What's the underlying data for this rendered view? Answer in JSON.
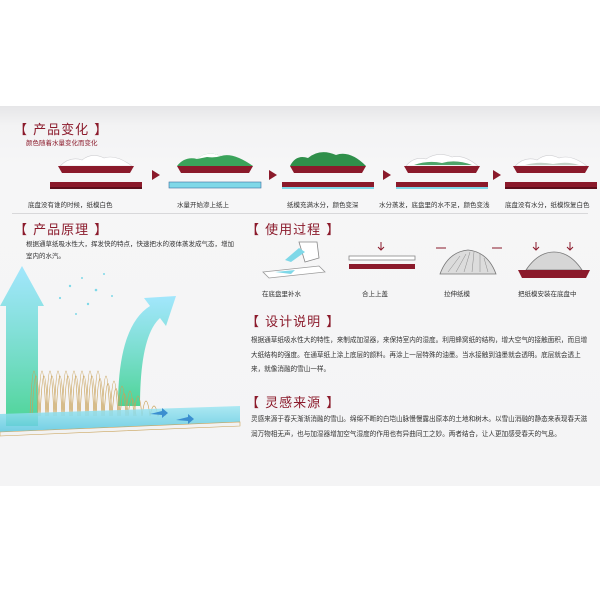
{
  "section1": {
    "title": "【 产品变化 】",
    "subtitle": "颜色随着水量变化而变化",
    "stages": [
      {
        "caption": "底盘没有谁的时候，纸模白色",
        "state": "dry"
      },
      {
        "caption": "水量开始渗上纸上",
        "state": "wetting"
      },
      {
        "caption": "纸模充满水分，颜色变深",
        "state": "full"
      },
      {
        "caption": "水分蒸发，底盘里的水不足，颜色变浅",
        "state": "drying"
      },
      {
        "caption": "底盘没有水分，纸模恢复白色",
        "state": "dry"
      }
    ]
  },
  "section2": {
    "title": "【 产品原理 】",
    "text": "根据通草纸吸水性大，挥发快的特点，快速把水的液体蒸发成气态，增加室内的水汽。"
  },
  "section3": {
    "title": "【 使用过程 】",
    "steps": [
      "在底盘里补水",
      "合上上盖",
      "拉伸纸模",
      "把纸模安装在底盘中"
    ]
  },
  "section4": {
    "title": "【 设计说明 】",
    "text": "根据通草纸吸水性大的特性，来制成加湿器，来保持室内的湿度。利用蜂窝纸的结构，增大空气的接触面积，而且增大纸结构的强度。在通草纸上涂上底层的颜料。再涂上一层特殊的油墨。当水接触到油墨就会透明。底层就会透上来，就像消融的雪山一样。"
  },
  "section5": {
    "title": "【 灵感来源 】",
    "text": "灵感来源于春天渐渐消融的雪山。绵绵不断的白垲山脉慢慢露出原本的土地和树木。以雪山消融的静态来表现春天滋润万物相无声，也与加湿器增加空气湿度的作用也有异曲同工之妙。两者结合，让人更加感受春天的气息。"
  },
  "colors": {
    "accent": "#8b1a2b",
    "cyan": "#7fd8e8",
    "green": "#3aa35a",
    "gold": "#c9a25a"
  }
}
